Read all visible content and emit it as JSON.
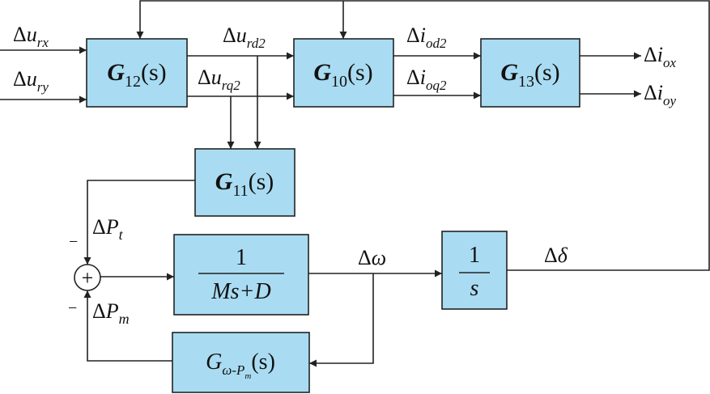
{
  "blocks": {
    "g12": {
      "name": "G",
      "sub": "12",
      "arg": "(s)"
    },
    "g10": {
      "name": "G",
      "sub": "10",
      "arg": "(s)"
    },
    "g13": {
      "name": "G",
      "sub": "13",
      "arg": "(s)"
    },
    "g11": {
      "name": "G",
      "sub": "11",
      "arg": "(s)"
    },
    "swing": {
      "num": "1",
      "den": "Ms+D"
    },
    "integrator": {
      "num": "1",
      "den": "s"
    },
    "gwp": {
      "name": "G",
      "sub_a": "ω-P",
      "sub_b": "m",
      "arg": "(s)"
    }
  },
  "summer": {
    "symbol": "+",
    "sign_top": "−",
    "sign_bottom": "−"
  },
  "signals": {
    "urx": {
      "d": "Δ",
      "v": "u",
      "s": "rx"
    },
    "ury": {
      "d": "Δ",
      "v": "u",
      "s": "ry"
    },
    "urd2": {
      "d": "Δ",
      "v": "u",
      "s": "rd2"
    },
    "urq2": {
      "d": "Δ",
      "v": "u",
      "s": "rq2"
    },
    "iod2": {
      "d": "Δ",
      "v": "i",
      "s": "od2"
    },
    "ioq2": {
      "d": "Δ",
      "v": "i",
      "s": "oq2"
    },
    "iox": {
      "d": "Δ",
      "v": "i",
      "s": "ox"
    },
    "ioy": {
      "d": "Δ",
      "v": "i",
      "s": "oy"
    },
    "pt": {
      "d": "Δ",
      "v": "P",
      "s": "t"
    },
    "pm": {
      "d": "Δ",
      "v": "P",
      "s": "m"
    },
    "omega": {
      "d": "Δ",
      "v": "ω"
    },
    "delta": {
      "d": "Δ",
      "v": "δ"
    }
  }
}
